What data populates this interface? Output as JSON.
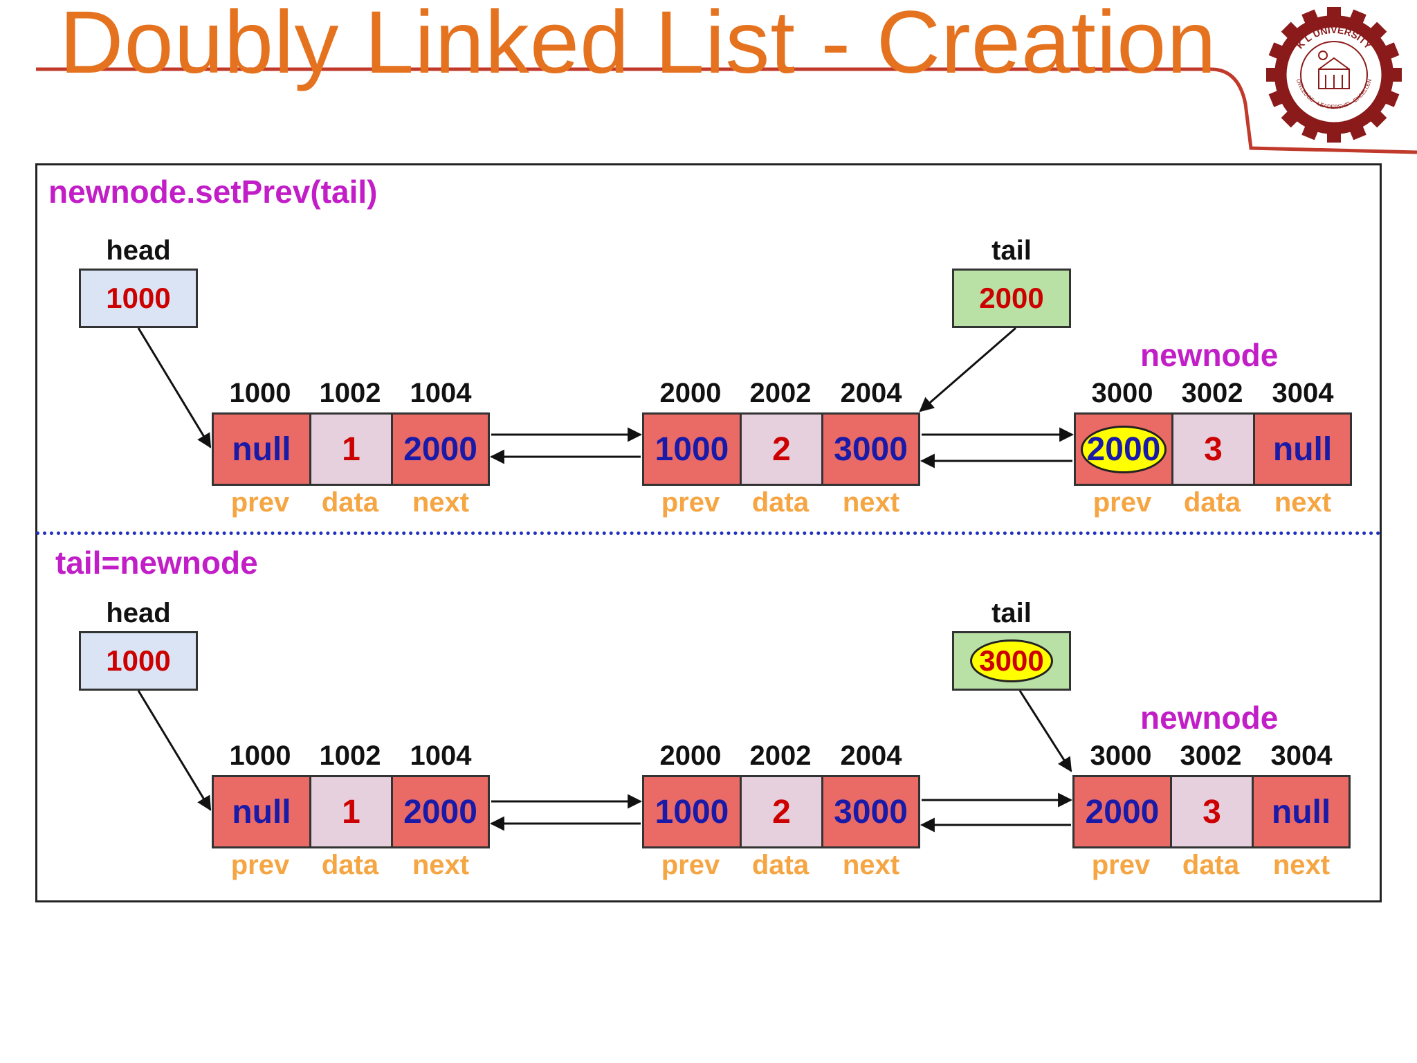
{
  "slide": {
    "title": "Doubly Linked List - Creation",
    "accent_color": "#e4721f",
    "logo": {
      "name": "kl-university-seal",
      "text_top": "K L UNIVERSITY",
      "text_bottom": "KNOWLEDGE · LEADERSHIP · EXCELLENCE"
    }
  },
  "labels": {
    "head": "head",
    "tail": "tail",
    "newnode": "newnode"
  },
  "fields": {
    "prev": "prev",
    "data": "data",
    "next": "next"
  },
  "steps": [
    {
      "caption": "newnode.setPrev(tail)",
      "head_value": "1000",
      "tail_value": "2000",
      "tail_highlighted": false,
      "nodes": [
        {
          "addresses": [
            "1000",
            "1002",
            "1004"
          ],
          "prev": "null",
          "data": "1",
          "next": "2000",
          "prev_highlighted": false
        },
        {
          "addresses": [
            "2000",
            "2002",
            "2004"
          ],
          "prev": "1000",
          "data": "2",
          "next": "3000",
          "prev_highlighted": false
        },
        {
          "addresses": [
            "3000",
            "3002",
            "3004"
          ],
          "prev": "2000",
          "data": "3",
          "next": "null",
          "prev_highlighted": true
        }
      ]
    },
    {
      "caption": "tail=newnode",
      "head_value": "1000",
      "tail_value": "3000",
      "tail_highlighted": true,
      "nodes": [
        {
          "addresses": [
            "1000",
            "1002",
            "1004"
          ],
          "prev": "null",
          "data": "1",
          "next": "2000",
          "prev_highlighted": false
        },
        {
          "addresses": [
            "2000",
            "2002",
            "2004"
          ],
          "prev": "1000",
          "data": "2",
          "next": "3000",
          "prev_highlighted": false
        },
        {
          "addresses": [
            "3000",
            "3002",
            "3004"
          ],
          "prev": "2000",
          "data": "3",
          "next": "null",
          "prev_highlighted": false
        }
      ]
    }
  ]
}
